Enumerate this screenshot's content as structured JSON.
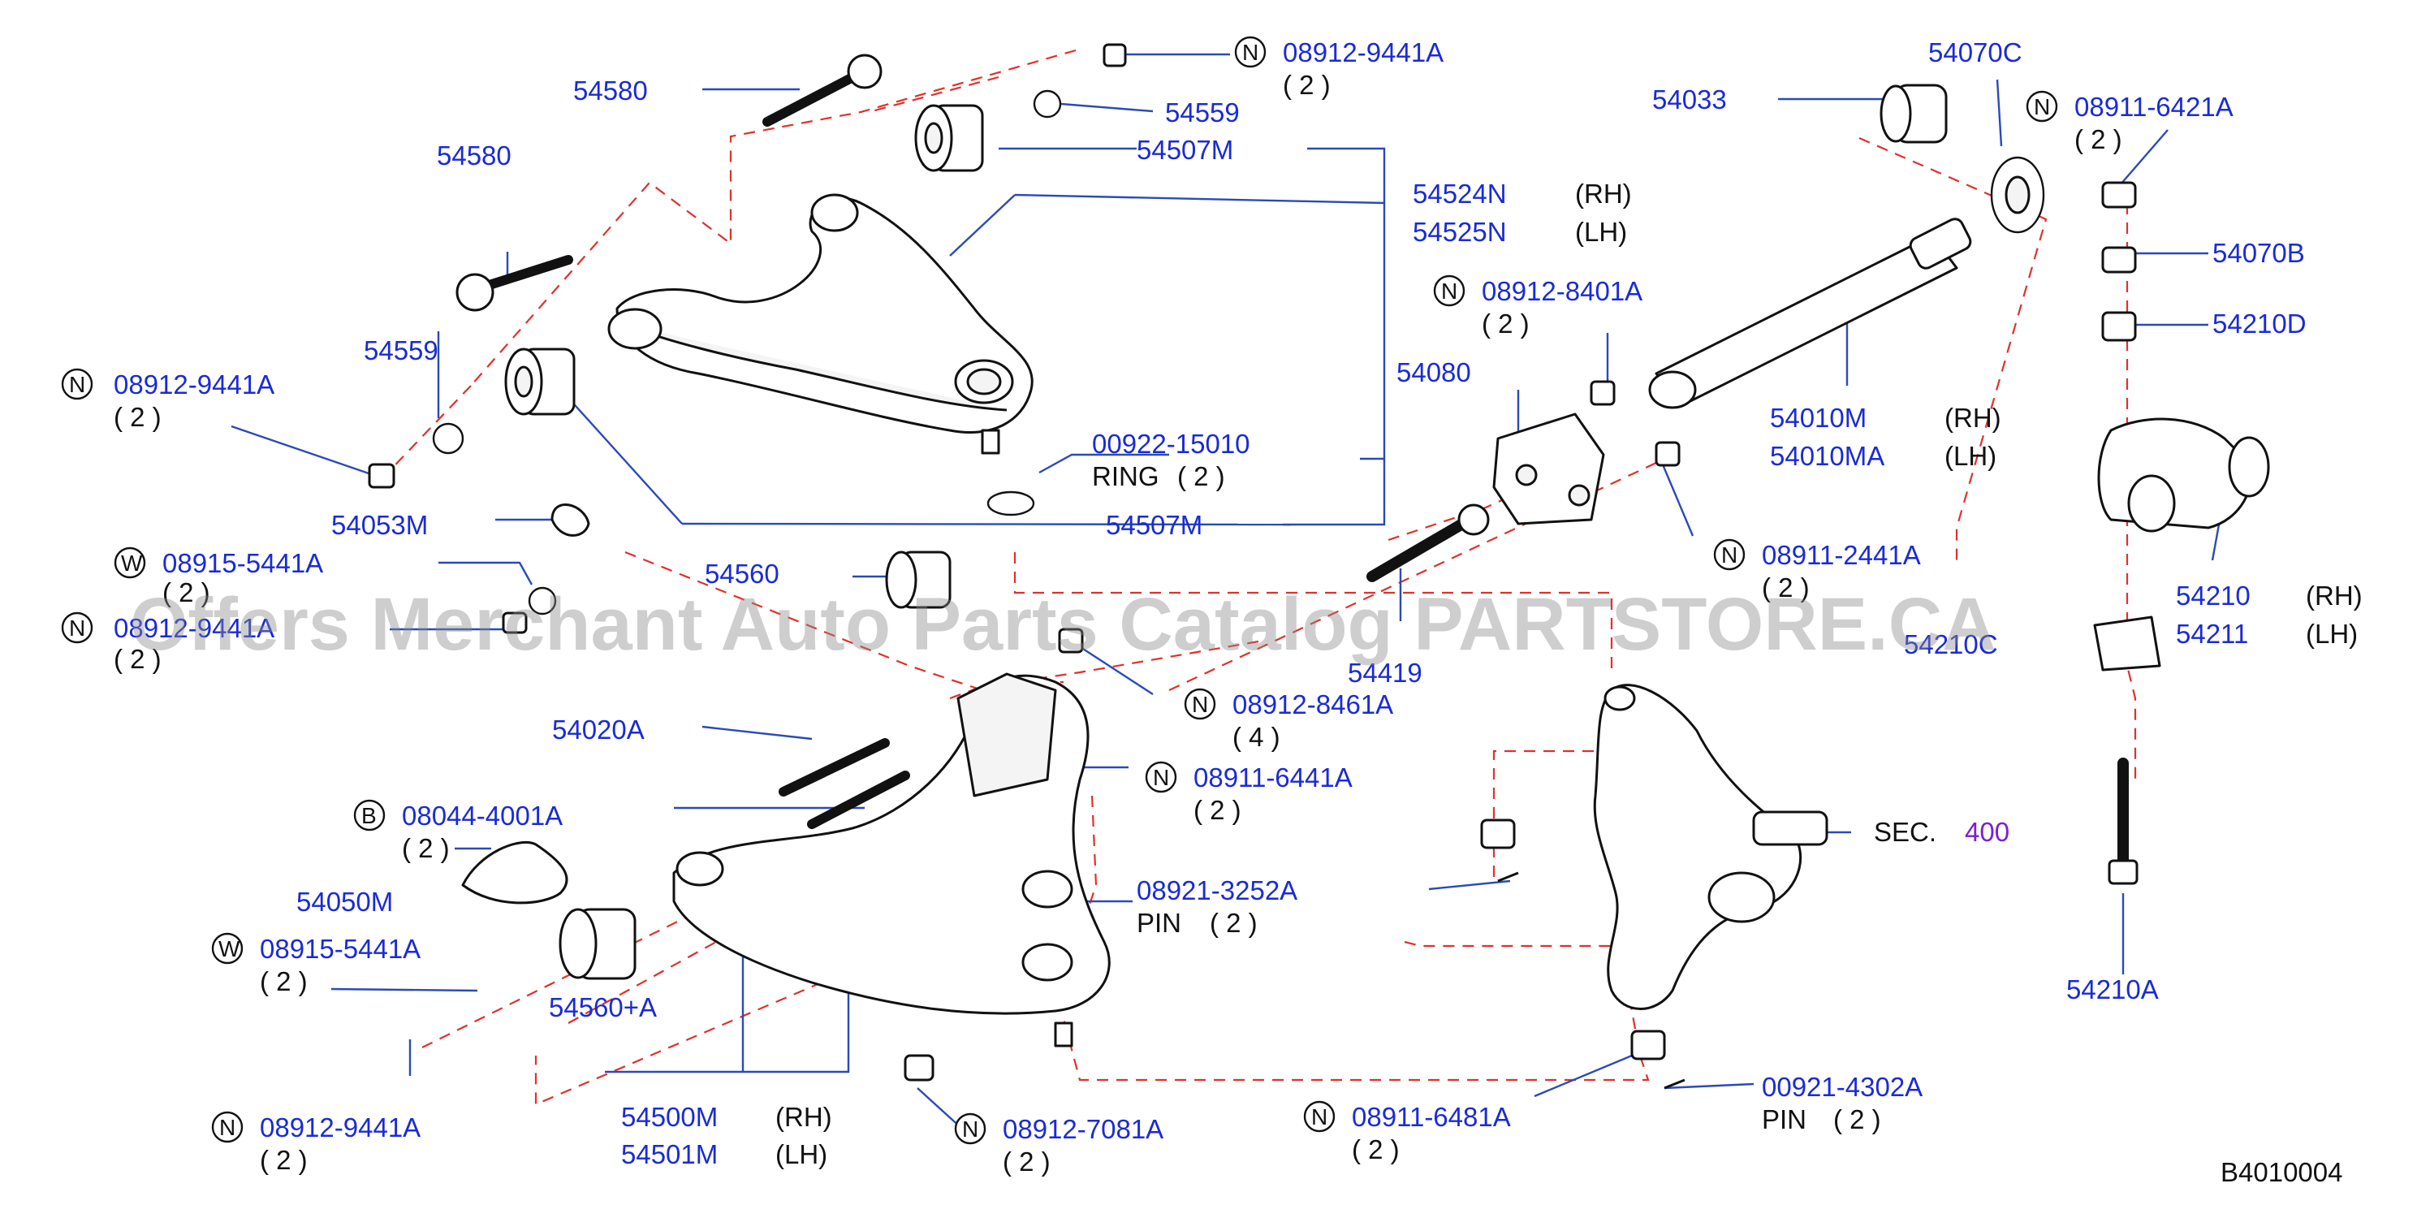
{
  "drawing_id": "B4010004",
  "watermark": "Offers Merchant Auto Parts Catalog PARTSTORE.CA",
  "colors": {
    "part_number": "#1a2bd6",
    "section_ref": "#7b1fd6",
    "dashed_line": "#e0302a",
    "leader": "#2a4ab8"
  },
  "callouts": [
    {
      "pn": "54580"
    },
    {
      "pn": "54580"
    },
    {
      "prefix": "N",
      "pn": "08912-9441A",
      "qty": "( 2 )"
    },
    {
      "pn": "54559"
    },
    {
      "pn": "54507M"
    },
    {
      "pn": "54524N",
      "side": "(RH)"
    },
    {
      "pn": "54525N",
      "side": "(LH)"
    },
    {
      "pn": "54559"
    },
    {
      "prefix": "N",
      "pn": "08912-9441A",
      "qty": "( 2 )"
    },
    {
      "pn": "00922-15010",
      "note": "RING",
      "qty": "( 2 )"
    },
    {
      "pn": "54507M"
    },
    {
      "pn": "54053M"
    },
    {
      "prefix": "W",
      "pn": "08915-5441A",
      "qty": "( 2 )"
    },
    {
      "prefix": "N",
      "pn": "08912-9441A",
      "qty": "( 2 )"
    },
    {
      "pn": "54560"
    },
    {
      "pn": "54033"
    },
    {
      "pn": "54070C"
    },
    {
      "prefix": "N",
      "pn": "08911-6421A",
      "qty": "( 2 )"
    },
    {
      "pn": "54070B"
    },
    {
      "pn": "54210D"
    },
    {
      "prefix": "N",
      "pn": "08912-8401A",
      "qty": "( 2 )"
    },
    {
      "pn": "54080"
    },
    {
      "pn": "54010M",
      "side": "(RH)"
    },
    {
      "pn": "54010MA",
      "side": "(LH)"
    },
    {
      "prefix": "N",
      "pn": "08911-2441A",
      "qty": "( 2 )"
    },
    {
      "pn": "54419"
    },
    {
      "pn": "54210",
      "side": "(RH)"
    },
    {
      "pn": "54211",
      "side": "(LH)"
    },
    {
      "pn": "54210C"
    },
    {
      "pn": "54020A"
    },
    {
      "prefix": "N",
      "pn": "08912-8461A",
      "qty": "( 4 )"
    },
    {
      "prefix": "N",
      "pn": "08911-6441A",
      "qty": "( 2 )"
    },
    {
      "prefix": "B",
      "pn": "08044-4001A",
      "qty": "( 2 )"
    },
    {
      "pn": "54050M"
    },
    {
      "pn": "08921-3252A",
      "note": "PIN",
      "qty": "( 2 )"
    },
    {
      "prefix": "W",
      "pn": "08915-5441A",
      "qty": "( 2 )"
    },
    {
      "pn": "54560+A"
    },
    {
      "prefix": "N",
      "pn": "08912-9441A",
      "qty": "( 2 )"
    },
    {
      "pn": "54500M",
      "side": "(RH)"
    },
    {
      "pn": "54501M",
      "side": "(LH)"
    },
    {
      "prefix": "N",
      "pn": "08912-7081A",
      "qty": "( 2 )"
    },
    {
      "prefix": "N",
      "pn": "08911-6481A",
      "qty": "( 2 )"
    },
    {
      "pn": "00921-4302A",
      "note": "PIN",
      "qty": "( 2 )"
    },
    {
      "pn": "54210A"
    }
  ],
  "section_ref": {
    "label": "SEC.",
    "number": "400"
  }
}
